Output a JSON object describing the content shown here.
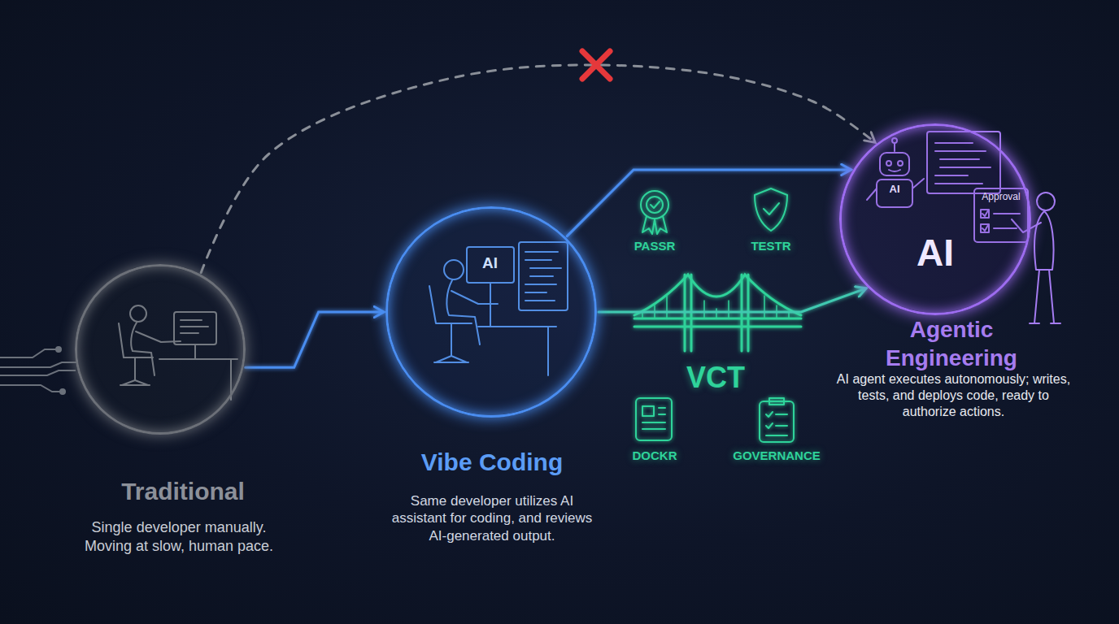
{
  "diagram": {
    "nodes": [
      {
        "text": [
          "Traditional",
          "Single developer manually. Moving at slow, human pace."
        ]
      },
      {
        "text": [
          "AI",
          "Vibe Coding",
          "Same developer utilizes AI assistant for coding, and reviews AI-generated output."
        ]
      },
      {
        "text": [
          "AI",
          "Approval",
          "AI",
          "Agentic Engineering",
          "AI agent executes autonomously; writes, tests, and deploys code, ready to authorize actions."
        ]
      }
    ],
    "edges": [
      {
        "from": 0,
        "to": 1,
        "arrow": "to"
      },
      {
        "from": 1,
        "to": 2,
        "arrow": "to"
      },
      {
        "from": 1,
        "to": 2,
        "arrow": "to"
      },
      {
        "from": 0,
        "to": 2,
        "arrow": "to"
      }
    ],
    "labels": [
      "PASSR",
      "TESTR",
      "VCT",
      "DOCKR",
      "GOVERNANCE"
    ]
  }
}
